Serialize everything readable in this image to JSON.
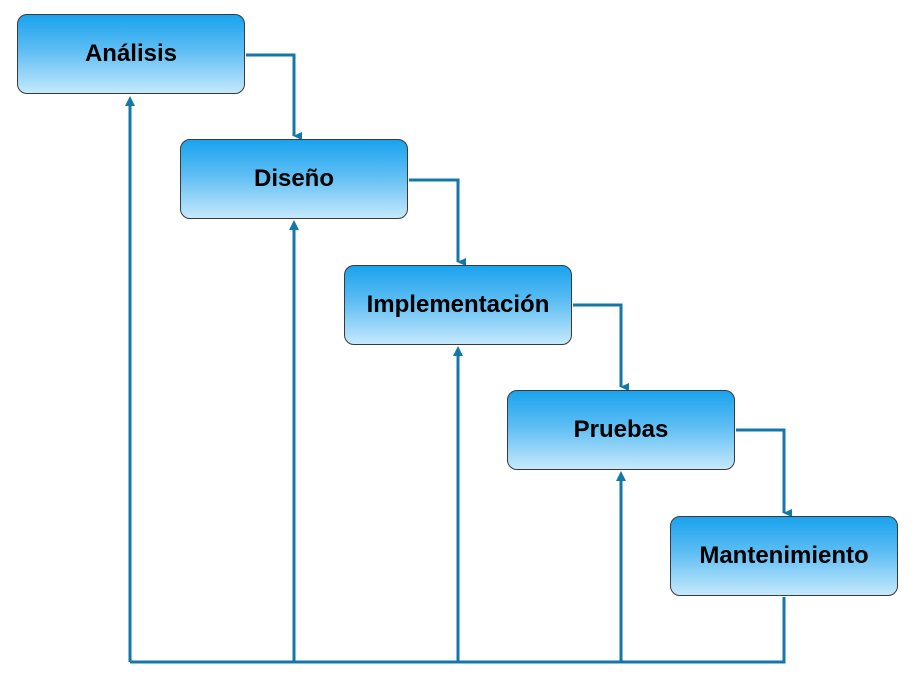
{
  "diagram": {
    "stages": [
      {
        "label": "Análisis"
      },
      {
        "label": "Diseño"
      },
      {
        "label": "Implementación"
      },
      {
        "label": "Pruebas"
      },
      {
        "label": "Mantenimiento"
      }
    ],
    "colors": {
      "box_top": "#1aa3ee",
      "box_bottom": "#c5e9fc",
      "box_border": "#3a3a3a",
      "connector": "#1477a8"
    }
  }
}
